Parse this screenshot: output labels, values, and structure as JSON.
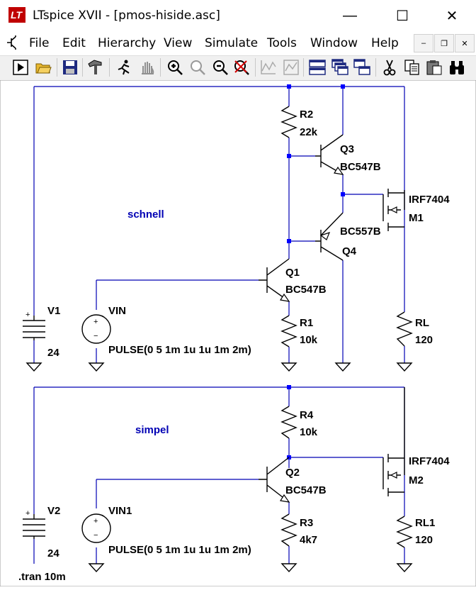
{
  "window": {
    "title": "LTspice XVII - [pmos-hiside.asc]",
    "minimize": "—",
    "maximize": "☐",
    "close": "✕"
  },
  "menu": [
    "File",
    "Edit",
    "Hierarchy",
    "View",
    "Simulate",
    "Tools",
    "Window",
    "Help"
  ],
  "mdi": {
    "minimize": "–",
    "restore": "❐",
    "close": "✕"
  },
  "toolbar": [
    "run",
    "open",
    "save",
    "control-panel",
    "halt",
    "pan",
    "zoom-in",
    "zoom-fit",
    "zoom-out",
    "cancel-zoom",
    "plot-1",
    "plot-2",
    "tile-horizontal",
    "cascade",
    "tile-vertical",
    "cut",
    "copy",
    "paste",
    "find"
  ],
  "schematic": {
    "top": {
      "label": "schnell",
      "R2": {
        "name": "R2",
        "value": "22k"
      },
      "Q3": {
        "name": "Q3",
        "model": "BC547B"
      },
      "Q4": {
        "name": "BC557B",
        "ref": "Q4"
      },
      "M1": {
        "model": "IRF7404",
        "name": "M1"
      },
      "Q1": {
        "name": "Q1",
        "model": "BC547B"
      },
      "R1": {
        "name": "R1",
        "value": "10k"
      },
      "V1": {
        "name": "V1",
        "value": "24"
      },
      "VIN": {
        "name": "VIN",
        "value": "PULSE(0 5 1m 1u 1u 1m 2m)"
      },
      "RL": {
        "name": "RL",
        "value": "120"
      }
    },
    "bottom": {
      "label": "simpel",
      "R4": {
        "name": "R4",
        "value": "10k"
      },
      "M2": {
        "model": "IRF7404",
        "name": "M2"
      },
      "Q2": {
        "name": "Q2",
        "model": "BC547B"
      },
      "R3": {
        "name": "R3",
        "value": "4k7"
      },
      "V2": {
        "name": "V2",
        "value": "24"
      },
      "VIN1": {
        "name": "VIN1",
        "value": "PULSE(0 5 1m 1u 1u 1m 2m)"
      },
      "RL1": {
        "name": "RL1",
        "value": "120"
      }
    },
    "directive": ".tran 10m"
  }
}
